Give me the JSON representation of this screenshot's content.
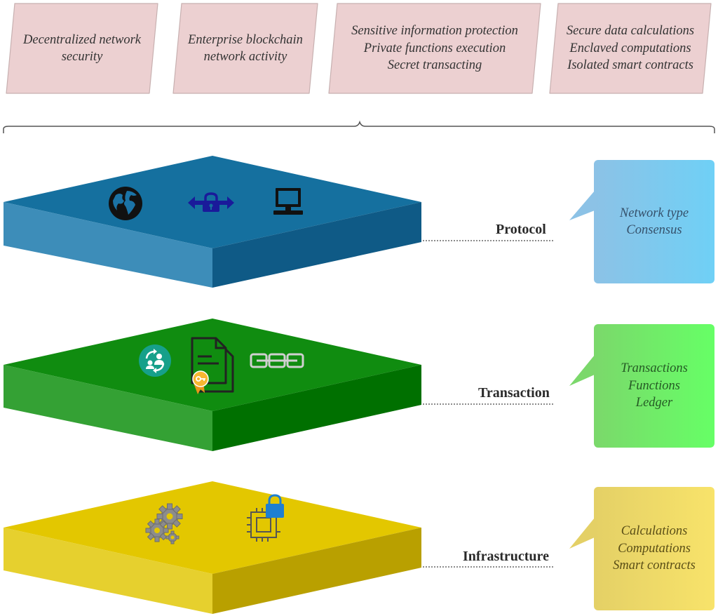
{
  "top_boxes": [
    {
      "lines": [
        "Decentralized network",
        "security"
      ]
    },
    {
      "lines": [
        "Enterprise blockchain",
        "network activity"
      ]
    },
    {
      "lines": [
        "Sensitive information protection",
        "Private functions execution",
        "Secret transacting"
      ]
    },
    {
      "lines": [
        "Secure data calculations",
        "Enclaved computations",
        "Isolated smart contracts"
      ]
    }
  ],
  "layers": [
    {
      "name": "Protocol",
      "color": "#1b73a6",
      "icons": [
        "globe-icon",
        "lock-transfer-icon",
        "computer-icon"
      ],
      "callout_lines": [
        "Network type",
        "Consensus"
      ]
    },
    {
      "name": "Transaction",
      "color": "#108c10",
      "icons": [
        "user-exchange-icon",
        "certified-document-icon",
        "chain-link-icon"
      ],
      "callout_lines": [
        "Transactions",
        "Functions",
        "Ledger"
      ]
    },
    {
      "name": "Infrastructure",
      "color": "#e6c800",
      "icons": [
        "gears-icon",
        "secure-chip-icon"
      ],
      "callout_lines": [
        "Calculations",
        "Computations",
        "Smart contracts"
      ]
    }
  ]
}
